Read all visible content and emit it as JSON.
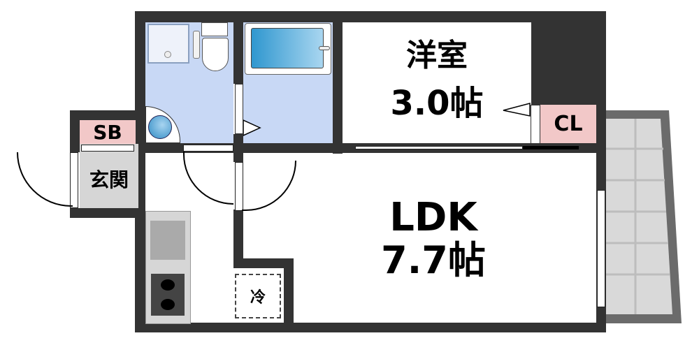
{
  "rooms": {
    "western": {
      "name": "洋室",
      "size": "3.0帖"
    },
    "ldk": {
      "name": "LDK",
      "size": "7.7帖"
    },
    "closet": {
      "label": "CL"
    },
    "shoebox": {
      "label": "SB"
    },
    "entrance": {
      "label": "玄関"
    },
    "fridge": {
      "label": "冷"
    }
  },
  "colors": {
    "wall": "#333333",
    "wet_area": "#c8d8f5",
    "label_pink": "#f2c8c8",
    "entrance_floor": "#d6d6d6",
    "balcony_floor": "#d9d9d9",
    "balcony_wall": "#6b6b6b",
    "bathtub": "#3ea3d8"
  }
}
